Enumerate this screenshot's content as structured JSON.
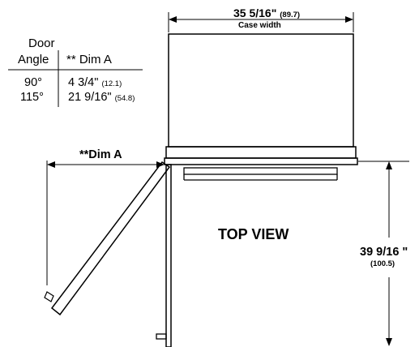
{
  "table": {
    "header_door_line1": "Door",
    "header_door_line2": "Angle",
    "header_dim": "** Dim A",
    "rows": [
      {
        "angle": "90°",
        "dim": "4 3/4\"",
        "metric": "(12.1)"
      },
      {
        "angle": "115°",
        "dim": "21 9/16\"",
        "metric": "(54.8)"
      }
    ]
  },
  "case_width": {
    "value": "35 5/16\"",
    "metric": "(89.7)",
    "caption": "Case width"
  },
  "dim_a_label": "**Dim A",
  "view_label": "TOP VIEW",
  "depth": {
    "value": "39 9/16 \"",
    "metric": "(100.5)"
  }
}
